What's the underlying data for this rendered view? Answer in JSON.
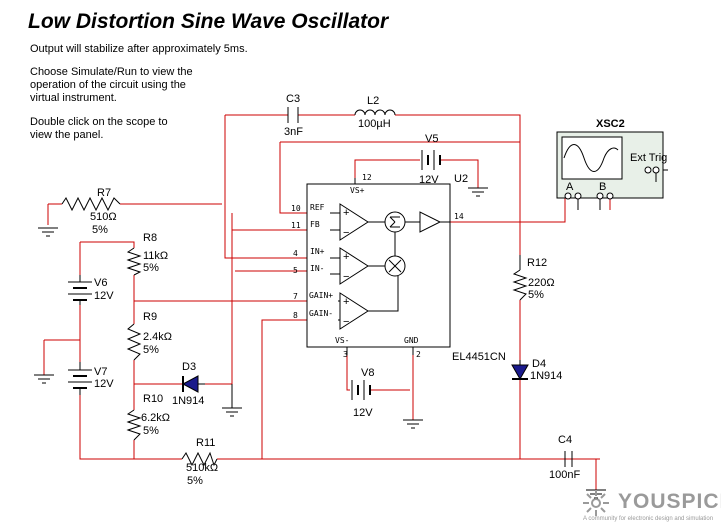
{
  "title": "Low Distortion Sine Wave Oscillator",
  "notes": {
    "line1": "Output will stabilize after approximately 5ms.",
    "line2": "Choose Simulate/Run to view the\noperation of the circuit using the\nvirtual instrument.",
    "line3": "Double click on the scope to\nview the panel."
  },
  "components": {
    "c3": {
      "name": "C3",
      "value": "3nF"
    },
    "l2": {
      "name": "L2",
      "value": "100µH"
    },
    "v5": {
      "name": "V5",
      "value": "12V"
    },
    "u2": {
      "name": "U2",
      "part": "EL4451CN"
    },
    "xsc2": {
      "name": "XSC2",
      "ch_a": "A",
      "ch_b": "B",
      "ext": "Ext Trig"
    },
    "r7": {
      "name": "R7",
      "value": "510Ω",
      "tol": "5%"
    },
    "r8": {
      "name": "R8",
      "value": "11kΩ",
      "tol": "5%"
    },
    "v6": {
      "name": "V6",
      "value": "12V"
    },
    "r9": {
      "name": "R9",
      "value": "2.4kΩ",
      "tol": "5%"
    },
    "v7": {
      "name": "V7",
      "value": "12V"
    },
    "d3": {
      "name": "D3",
      "value": "1N914"
    },
    "r10": {
      "name": "R10",
      "value": "6.2kΩ",
      "tol": "5%"
    },
    "r11": {
      "name": "R11",
      "value": "510kΩ",
      "tol": "5%"
    },
    "r12": {
      "name": "R12",
      "value": "220Ω",
      "tol": "5%"
    },
    "d4": {
      "name": "D4",
      "value": "1N914"
    },
    "v8": {
      "name": "V8",
      "value": "12V"
    },
    "c4": {
      "name": "C4",
      "value": "100nF"
    }
  },
  "ic_pins": {
    "vsplus": "VS+",
    "vsminus": "VS-",
    "gnd": "GND",
    "ref": "REF",
    "fb": "FB",
    "inplus": "IN+",
    "inminus": "IN-",
    "gainplus": "GAIN+",
    "gainminus": "GAIN-",
    "p12": "12",
    "p10": "10",
    "p11": "11",
    "p4": "4",
    "p5": "5",
    "p7": "7",
    "p8": "8",
    "p3": "3",
    "p2": "2",
    "p14": "14"
  },
  "logo": {
    "text": "YOUSPICE",
    "tagline": "A community for electronic design and simulation"
  },
  "colors": {
    "wire": "#cc0000",
    "component": "#000000",
    "scope_fill": "#e8f0e8",
    "logo": "#9a9a9a"
  }
}
